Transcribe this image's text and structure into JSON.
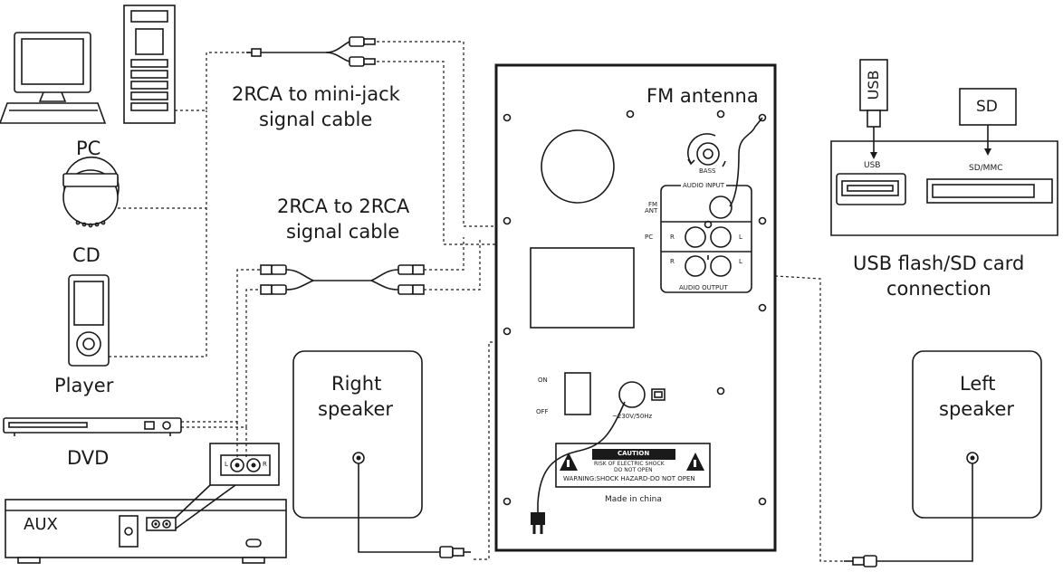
{
  "devices": {
    "pc": "PC",
    "cd": "CD",
    "player": "Player",
    "dvd": "DVD",
    "aux": "AUX"
  },
  "cables": {
    "rca_minijack": [
      "2RCA to mini-jack",
      "signal cable"
    ],
    "rca_rca": [
      "2RCA to 2RCA",
      "signal cable"
    ]
  },
  "panel": {
    "fm_antenna": "FM antenna",
    "bass": "BASS",
    "audio_input": "AUDIO INPUT",
    "audio_output": "AUDIO OUTPUT",
    "fm_ant": [
      "FM",
      "ANT"
    ],
    "pc": "PC",
    "r": "R",
    "l": "L",
    "on": "ON",
    "off": "OFF",
    "voltage": "~230V/50Hz",
    "caution_title": "CAUTION",
    "caution_line1": "RISK OF ELECTRIC SHOCK",
    "caution_line2": "DO NOT OPEN",
    "caution_warning": "WARNING:SHOCK HAZARD-DO NOT OPEN",
    "made_in": "Made in china"
  },
  "aux_jack": {
    "l": "L",
    "r": "R"
  },
  "usb_sd": {
    "usb": "USB",
    "sd": "SD",
    "usb_port": "USB",
    "sd_port": "SD/MMC",
    "caption": [
      "USB flash/SD card",
      "connection"
    ]
  },
  "speakers": {
    "right": [
      "Right",
      "speaker"
    ],
    "left": [
      "Left",
      "speaker"
    ]
  }
}
